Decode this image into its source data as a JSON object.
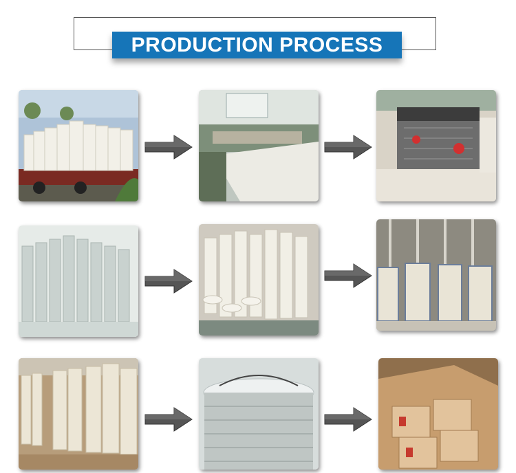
{
  "title": "PRODUCTION PROCESS",
  "photos": [
    {
      "name": "filter-paper-rolls-on-truck-photo"
    },
    {
      "name": "paper-pleating-machine-photo"
    },
    {
      "name": "mesh-forming-machine-photo"
    },
    {
      "name": "metal-mesh-cylinders-photo"
    },
    {
      "name": "assembled-filter-cartridges-photo"
    },
    {
      "name": "cartridge-curing-machine-photo"
    },
    {
      "name": "finished-cartridges-warehouse-photo"
    },
    {
      "name": "cartridge-packed-in-bag-photo"
    },
    {
      "name": "cartons-packed-photo"
    }
  ],
  "colors": {
    "banner": "#1675b8",
    "arrow": "#555555"
  }
}
